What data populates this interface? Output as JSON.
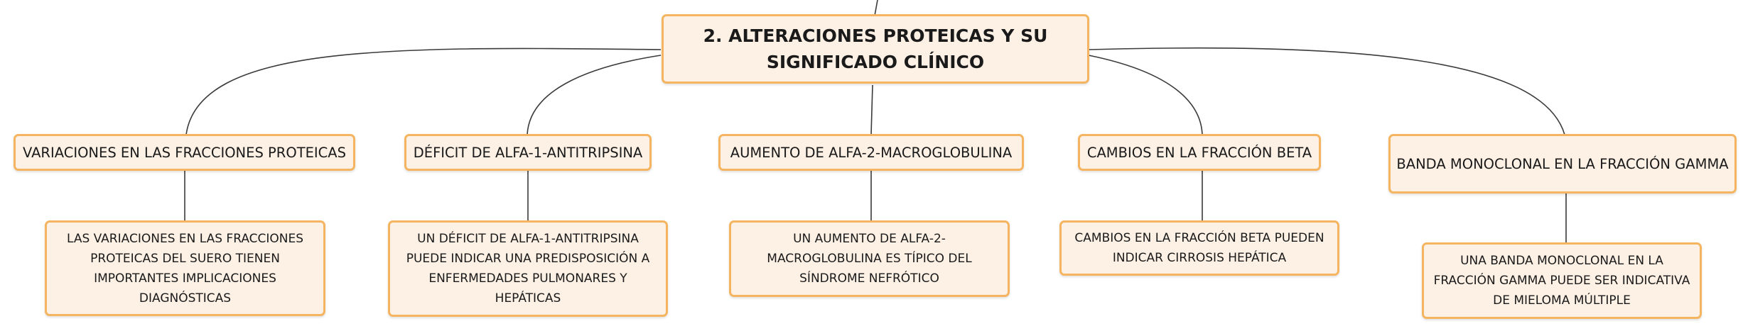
{
  "root": {
    "label": "2. ALTERACIONES PROTEICAS Y SU SIGNIFICADO CLÍNICO"
  },
  "topics": [
    {
      "label": "VARIACIONES EN LAS FRACCIONES PROTEICAS",
      "detail": "LAS VARIACIONES EN LAS FRACCIONES PROTEICAS DEL SUERO TIENEN IMPORTANTES IMPLICACIONES DIAGNÓSTICAS"
    },
    {
      "label": "DÉFICIT DE ALFA-1-ANTITRIPSINA",
      "detail": "UN DÉFICIT DE ALFA-1-ANTITRIPSINA PUEDE INDICAR UNA PREDISPOSICIÓN A ENFERMEDADES PULMONARES Y HEPÁTICAS"
    },
    {
      "label": "AUMENTO DE ALFA-2-MACROGLOBULINA",
      "detail": "UN AUMENTO DE ALFA-2-MACROGLOBULINA ES TÍPICO DEL SÍNDROME NEFRÓTICO"
    },
    {
      "label": "CAMBIOS EN LA FRACCIÓN BETA",
      "detail": "CAMBIOS EN LA FRACCIÓN BETA PUEDEN INDICAR CIRROSIS HEPÁTICA"
    },
    {
      "label": "BANDA MONOCLONAL EN LA FRACCIÓN GAMMA",
      "detail": "UNA BANDA MONOCLONAL EN LA FRACCIÓN GAMMA PUEDE SER INDICATIVA DE MIELOMA MÚLTIPLE"
    }
  ]
}
